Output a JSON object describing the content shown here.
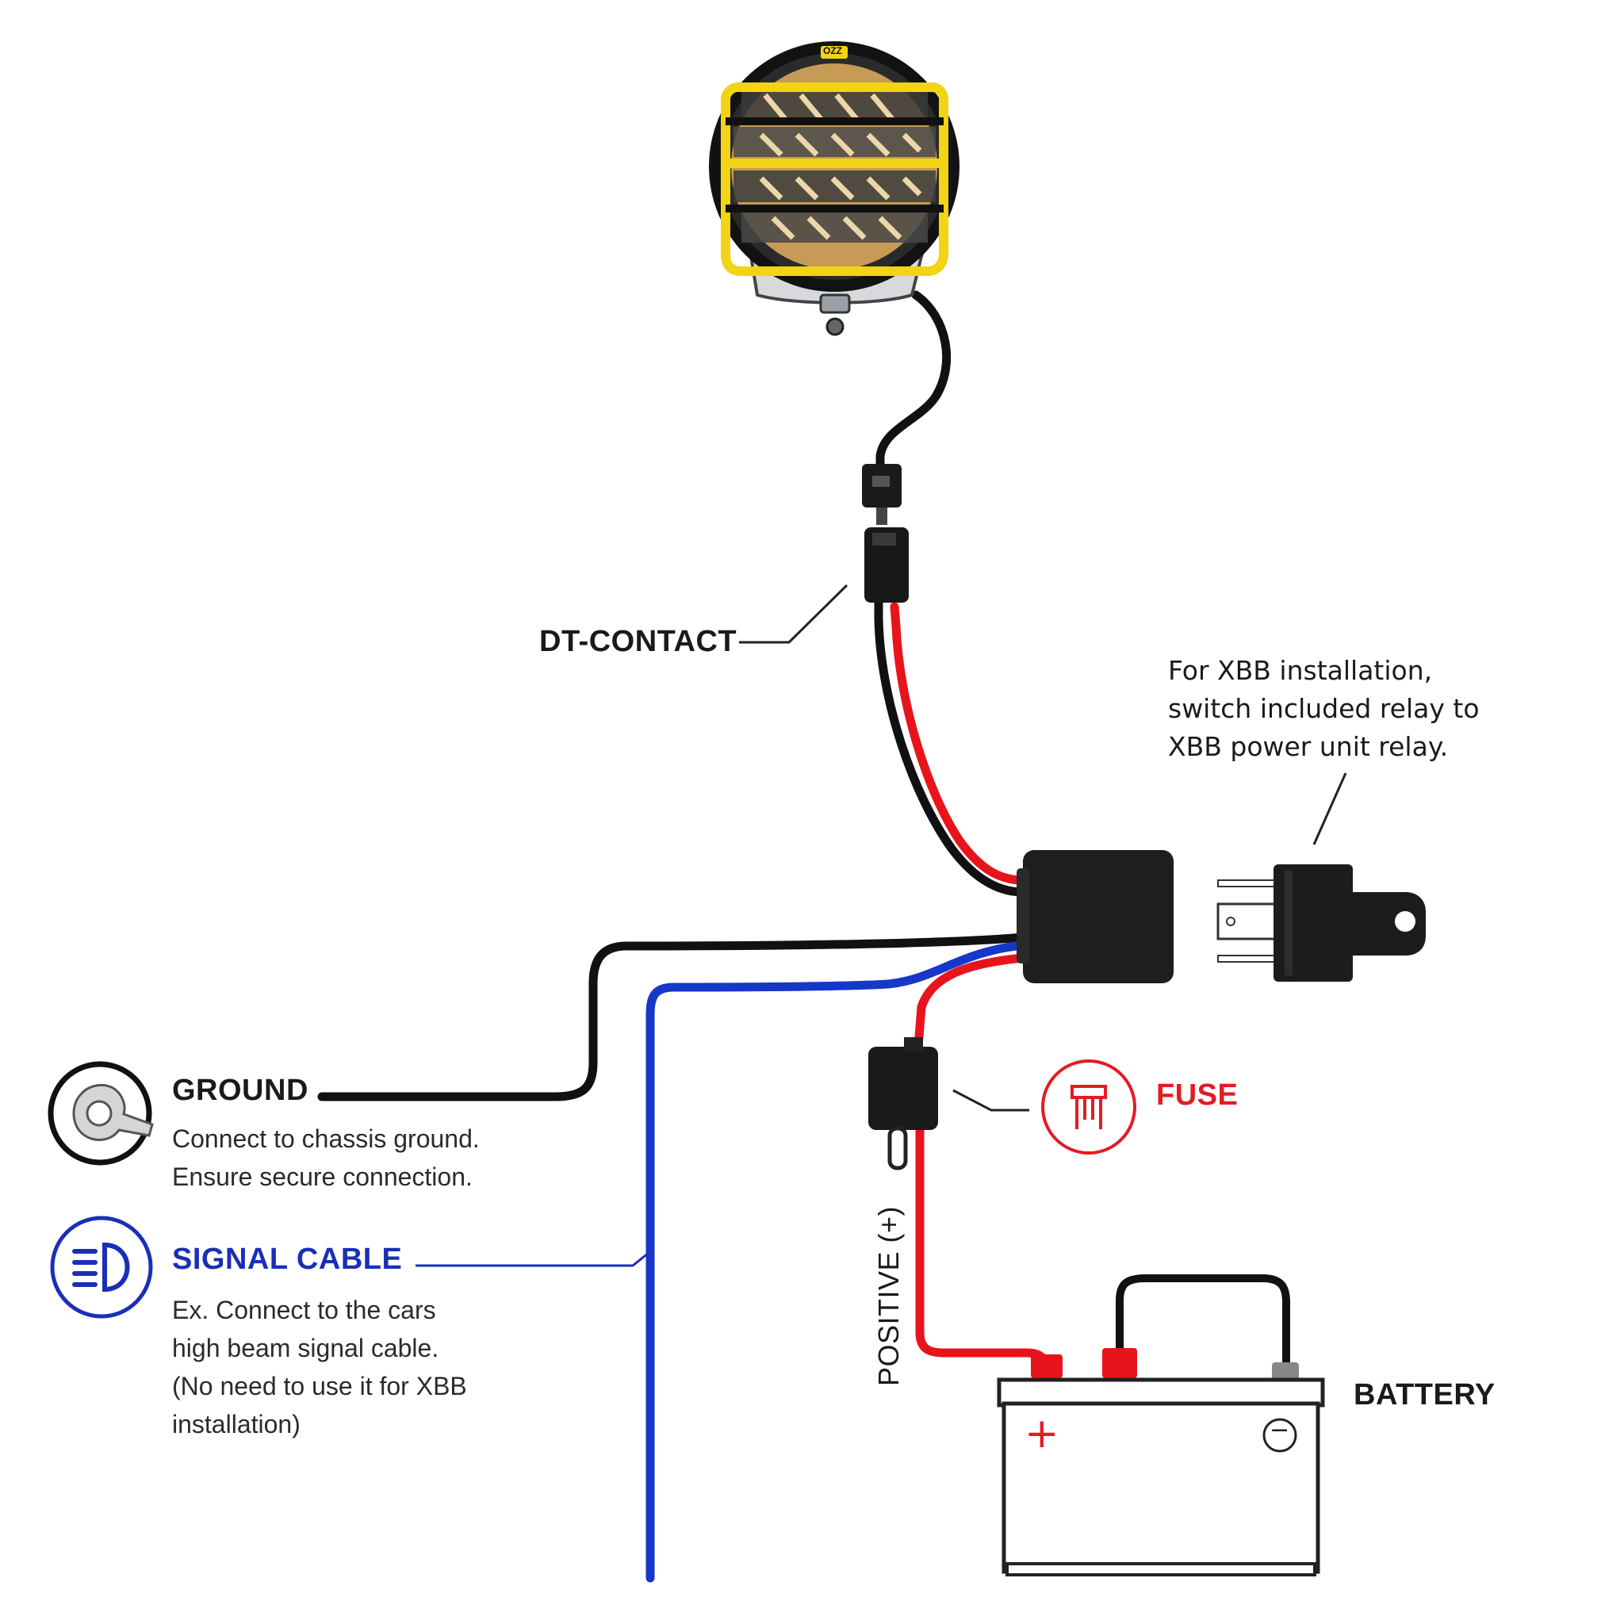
{
  "light": {
    "brand": "OZZ"
  },
  "labels": {
    "dt_contact": "DT-CONTACT",
    "relay_note": [
      "For XBB installation,",
      "switch included relay to",
      "XBB power unit relay."
    ],
    "ground_title": "GROUND",
    "ground_desc": [
      "Connect to chassis ground.",
      "Ensure secure connection."
    ],
    "signal_title": "SIGNAL CABLE",
    "signal_desc": [
      "Ex. Connect to the cars",
      "high beam signal cable.",
      "(No need to use it for XBB",
      "installation)"
    ],
    "fuse": "FUSE",
    "positive": "POSITIVE (+)",
    "battery": "BATTERY",
    "battery_plus": "+",
    "battery_minus": "−"
  },
  "icons": {
    "ground": "ground-lug-icon",
    "signal": "high-beam-icon",
    "fuse": "fuse-icon"
  },
  "colors": {
    "positive_wire": "#e8141b",
    "ground_wire": "#111111",
    "signal_wire": "#1538c9",
    "fuse_accent": "#e31b23",
    "signal_accent": "#1a2fb8",
    "light_accent": "#f2d316"
  }
}
